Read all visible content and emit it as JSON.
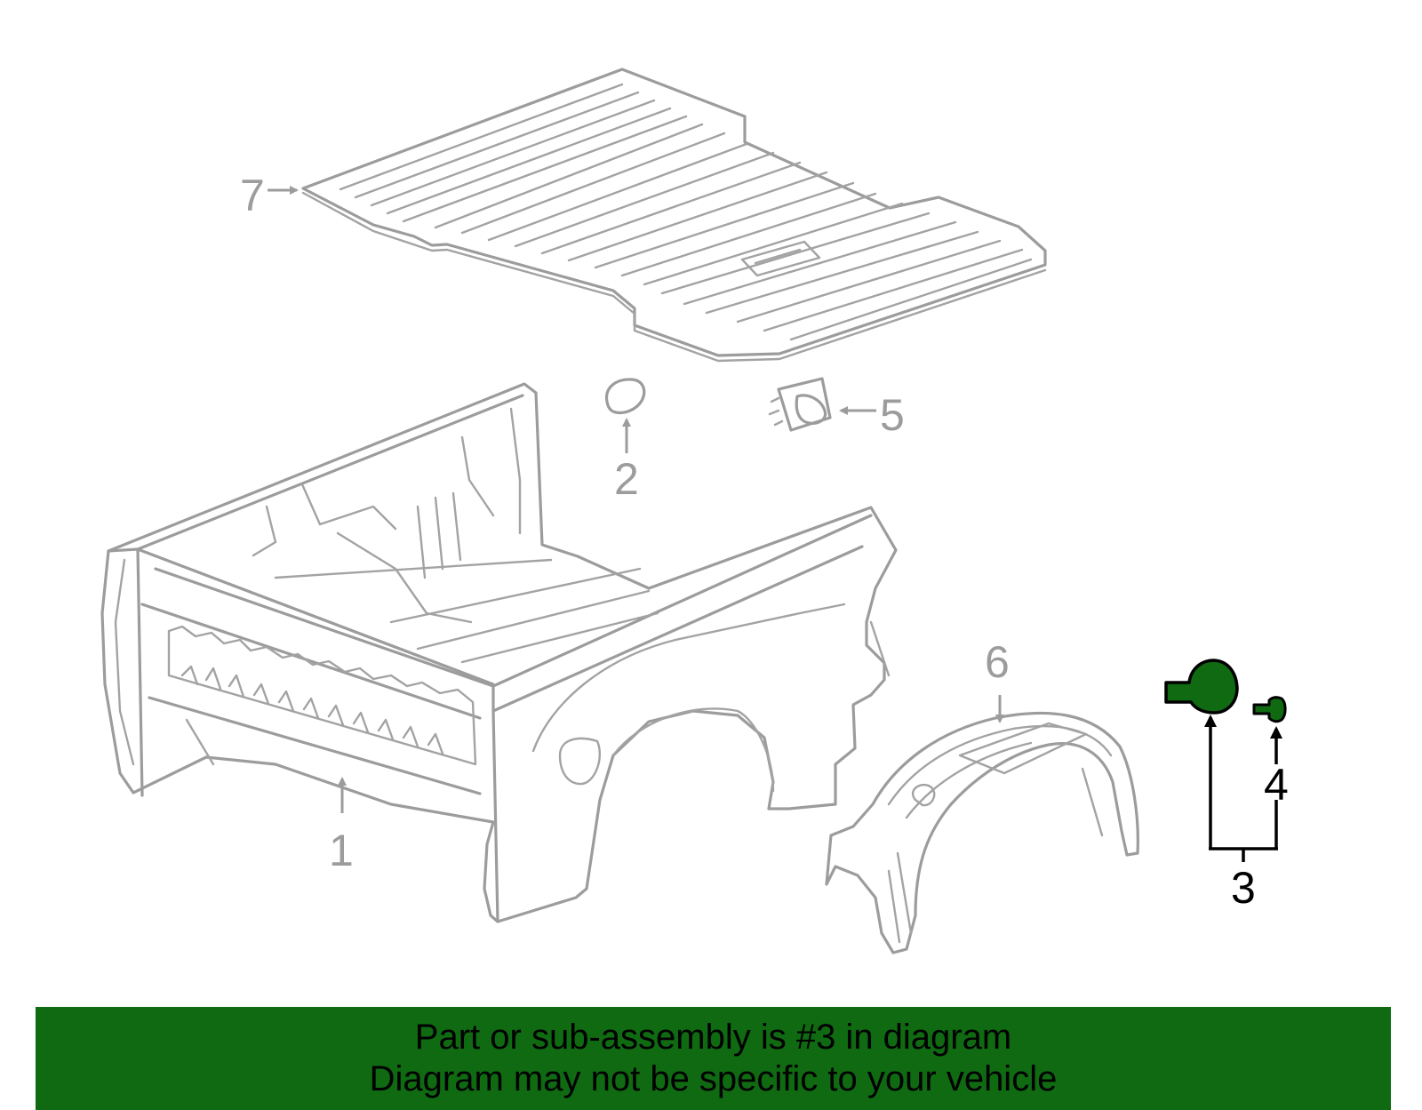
{
  "diagram": {
    "callouts": [
      {
        "id": "1",
        "label": "1",
        "highlighted": false
      },
      {
        "id": "2",
        "label": "2",
        "highlighted": false
      },
      {
        "id": "3",
        "label": "3",
        "highlighted": true
      },
      {
        "id": "4",
        "label": "4",
        "highlighted": true
      },
      {
        "id": "5",
        "label": "5",
        "highlighted": false
      },
      {
        "id": "6",
        "label": "6",
        "highlighted": false
      },
      {
        "id": "7",
        "label": "7",
        "highlighted": false
      }
    ],
    "colors": {
      "part_outline": "#9c9c9c",
      "highlight_fill": "#0f6a12",
      "highlight_outline": "#000000",
      "banner_background": "#0f6a12"
    }
  },
  "banner": {
    "line1": "Part or sub-assembly is #3 in diagram",
    "line2": "Diagram may not be specific to your vehicle"
  }
}
